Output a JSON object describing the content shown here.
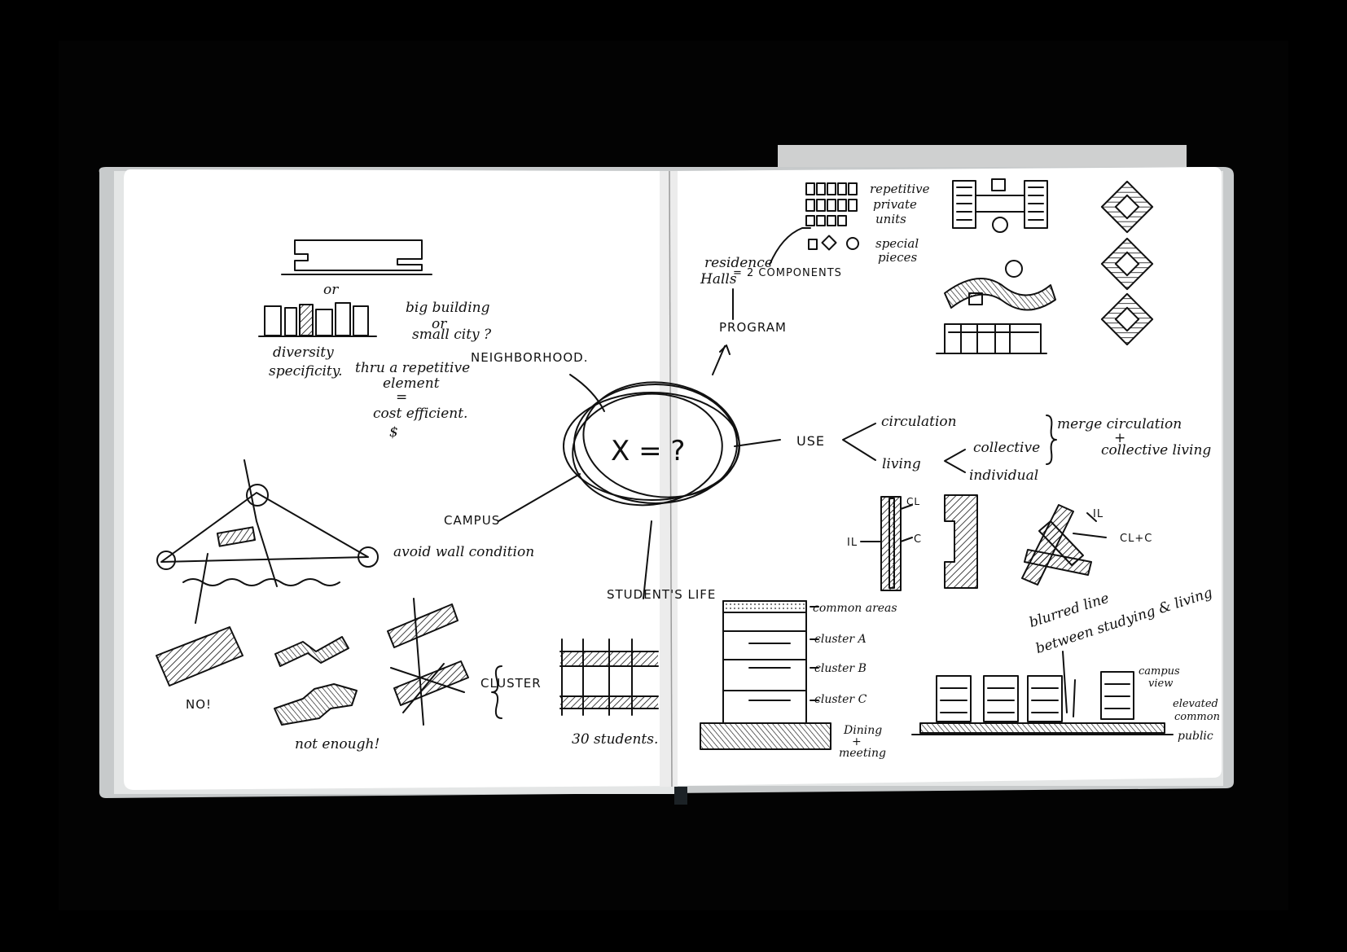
{
  "labels": {
    "or": "or",
    "big_building": "big building",
    "or_small_city": "or",
    "small_city": "small city ?",
    "diversity": "diversity",
    "specificity": "specificity.",
    "thru": "thru a repetitive",
    "element": "element",
    "equals": "=",
    "cost_efficient": "cost efficient.",
    "dollar": "$",
    "neighborhood": "NEIGHBORHOOD.",
    "x_equals": "X = ?",
    "campus": "CAMPUS",
    "avoid_wall": "avoid wall condition",
    "no": "NO!",
    "not_enough": "not enough!",
    "cluster": "CLUSTER",
    "thirty_students": "30 students.",
    "students_life": "STUDENT'S LIFE",
    "program": "PROGRAM",
    "residence_halls_1": "residence",
    "residence_halls_2": "Halls",
    "two_components": "= 2 COMPONENTS",
    "repetitive_private_units_1": "repetitive",
    "repetitive_private_units_2": "private",
    "repetitive_private_units_3": "units",
    "special_pieces_1": "special",
    "special_pieces_2": "pieces",
    "use": "USE",
    "circulation": "circulation",
    "living": "living",
    "collective": "collective",
    "individual": "individual",
    "merge_1": "merge circulation",
    "merge_plus": "+",
    "merge_2": "collective living",
    "cl": "CL",
    "il_left": "IL",
    "c": "C",
    "il_right": "IL",
    "cl_c": "CL+C",
    "common_areas": "common areas",
    "cluster_a": "cluster A",
    "cluster_b": "cluster B",
    "cluster_c": "cluster C",
    "dining_1": "Dining",
    "dining_plus": "+",
    "dining_2": "meeting",
    "blurred_1": "blurred line",
    "blurred_2": "between studying & living",
    "campus_view_1": "campus",
    "campus_view_2": "view",
    "elevated_1": "elevated",
    "elevated_2": "common",
    "public": "public"
  },
  "colors": {
    "paper": "#ffffff",
    "ink": "#111111",
    "background": "#000000",
    "cover": "#c9cccc"
  }
}
